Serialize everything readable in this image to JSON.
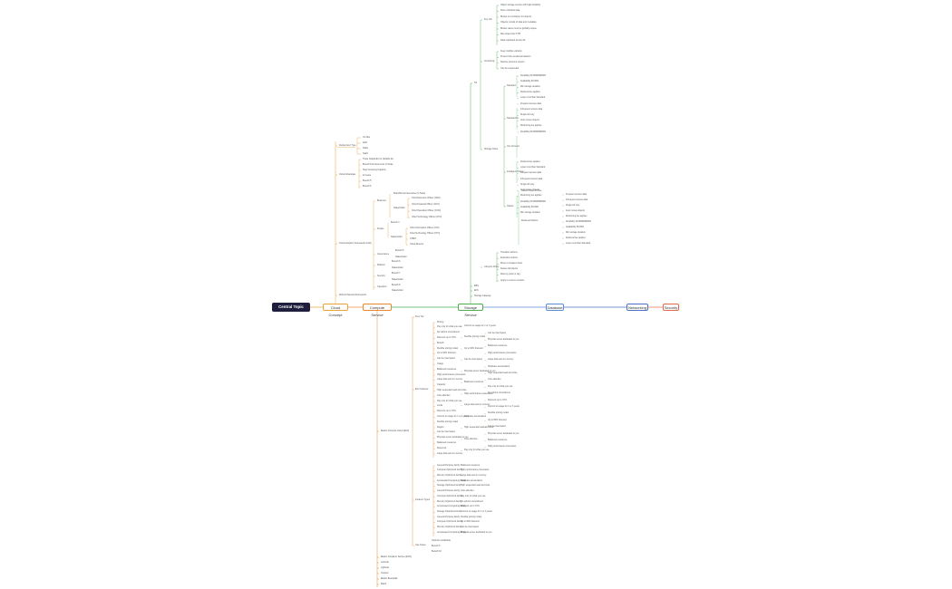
{
  "root": "Central Topic",
  "main": {
    "cloud": "Cloud Concept",
    "compute": "Compute Service",
    "storage": "Storage Service",
    "database": "Database",
    "networking": "Networking",
    "security": "Security"
  },
  "colors": {
    "root": "#1f1f3d",
    "cloud": "#e8a23a",
    "compute": "#e8872b",
    "storage": "#4caf50",
    "database": "#5b8dd6",
    "networking": "#4b70c8",
    "security": "#e26a4a"
  },
  "cloud_nodes": [
    "Deployment Type",
    "On-Site",
    "IaaS",
    "PaaS",
    "SaaS",
    "Cloud Advantage",
    "Trade Capital Ex for Variable Ex",
    "Benefit from Economic of Scale",
    "Stop Guessing Capacity",
    "Increase",
    "Benefit 5",
    "Benefit 6",
    "Cloud Adoption Framework (CAF)",
    "Business",
    "Stakeholder",
    "Chief Executive Officer (CEO)",
    "Chief Financial Officer (CFO)",
    "Chief Operation Officer (COO)",
    "Chief Technology Officer (CTO)",
    "People",
    "Stakeholder",
    "Chief Information Officer (CIO)",
    "Chief Technology Officer (CTO)",
    "CHRO",
    "Cloud Director",
    "Governance",
    "Stakeholder",
    "Platform",
    "Stakeholder",
    "Security",
    "Stakeholder",
    "Operation",
    "Stakeholder",
    "Well-Architected Framework"
  ],
  "storage_nodes": [
    "S3",
    "Key Info",
    "Storage Class",
    "Lifecycle Policy",
    "Versioning",
    "Static Web Hosting",
    "Standard",
    "Standard-IA",
    "One Zone-IA",
    "Intelligent-Tiering",
    "Glacier",
    "Glacier Deep Archive",
    "EBS",
    "Volume Types",
    "EFS",
    "Storage Gateway",
    "FSx"
  ],
  "compute_nodes": [
    "Elastic Compute Cloud (EC2)",
    "Free Tier",
    "EC2 Instance",
    "Pricing",
    "On Demand",
    "Reserved Instances",
    "Savings Plans",
    "Spot Instances",
    "Dedicated",
    "Instance Types",
    "General Purpose",
    "Compute Optimized",
    "Memory Optimized",
    "Accelerated Computing",
    "Storage Optimized",
    "Elastic Container Service (ECS)",
    "Lambda",
    "Lightsail",
    "Outpost",
    "Elastic Beanstalk",
    "Batch"
  ],
  "detail_text": [
    "Cost-effective",
    "Pay only for what you use",
    "No upfront commitment",
    "Discount up to 72%",
    "Commit to usage for 1 or 3 years",
    "Flexible pricing model",
    "Up to 90% discount",
    "Can be interrupted",
    "Physical server dedicated to you",
    "Balanced resources",
    "High performance processors",
    "Large data sets in memory",
    "Hardware accelerators",
    "High sequential read and write"
  ]
}
